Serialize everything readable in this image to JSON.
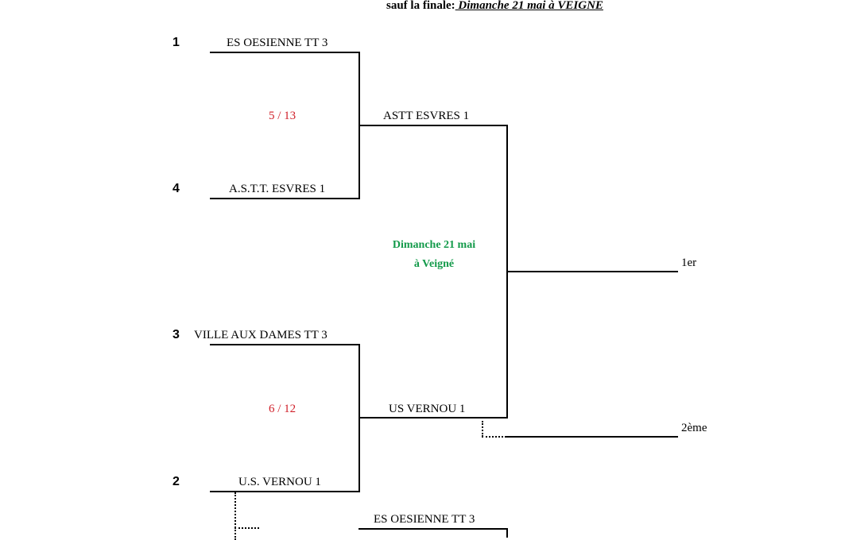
{
  "header": {
    "prefix": "sauf la finale:",
    "final_date": " Dimanche 21 mai à VEIGNE"
  },
  "seeds": {
    "s1": "1",
    "s4": "4",
    "s3": "3",
    "s2": "2"
  },
  "teams": {
    "t1": "ES OESIENNE TT 3",
    "t4": "A.S.T.T. ESVRES 1",
    "t3": "VILLE AUX DAMES TT 3",
    "t2": "U.S. VERNOU 1",
    "w_top": "ASTT ESVRES 1",
    "w_bottom": "US VERNOU 1",
    "third_match": "ES OESIENNE TT 3"
  },
  "scores": {
    "top": "5 / 13",
    "bottom": "6 / 12"
  },
  "final_venue": {
    "line1": "Dimanche 21 mai",
    "line2": "à Veigné"
  },
  "places": {
    "first": "1er",
    "second": "2ème"
  }
}
